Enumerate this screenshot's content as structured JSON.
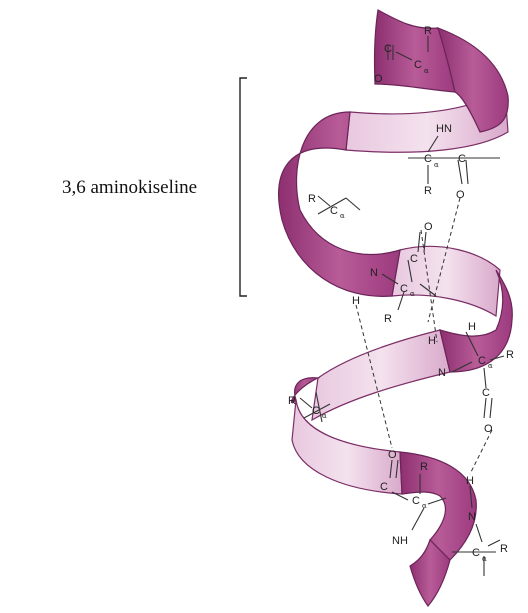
{
  "caption": "3,6 aminokiseline",
  "colors": {
    "ribbon_front": "#b0518f",
    "ribbon_back": "#dcb0d0",
    "ribbon_edge": "#6b2458",
    "bond": "#333333",
    "bracket": "#222222"
  },
  "atoms": {
    "R": "R",
    "C": "C",
    "O": "O",
    "N": "N",
    "H": "H",
    "HN": "HN",
    "NH": "NH",
    "alpha": "α"
  }
}
